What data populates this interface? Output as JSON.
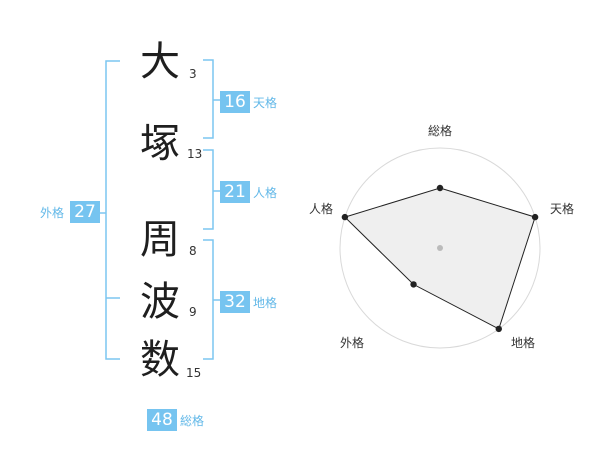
{
  "name": {
    "chars": [
      {
        "char": "大",
        "strokes": "3"
      },
      {
        "char": "塚",
        "strokes": "13"
      },
      {
        "char": "周",
        "strokes": "8"
      },
      {
        "char": "波",
        "strokes": "9"
      },
      {
        "char": "数",
        "strokes": "15"
      }
    ]
  },
  "kaku": {
    "tenkaku": {
      "value": "16",
      "label": "天格"
    },
    "jinkaku": {
      "value": "21",
      "label": "人格"
    },
    "chikaku": {
      "value": "32",
      "label": "地格"
    },
    "gaikaku": {
      "value": "27",
      "label": "外格"
    },
    "soukaku": {
      "value": "48",
      "label": "総格"
    }
  },
  "colors": {
    "accent": "#76c4f0",
    "bracket": "#7cc6f0",
    "kaku_label": "#62b8e8"
  },
  "radar": {
    "axes": [
      "総格",
      "天格",
      "地格",
      "外格",
      "人格"
    ],
    "values": [
      0.6,
      1.0,
      1.0,
      0.45,
      1.0
    ],
    "rings": 4
  }
}
